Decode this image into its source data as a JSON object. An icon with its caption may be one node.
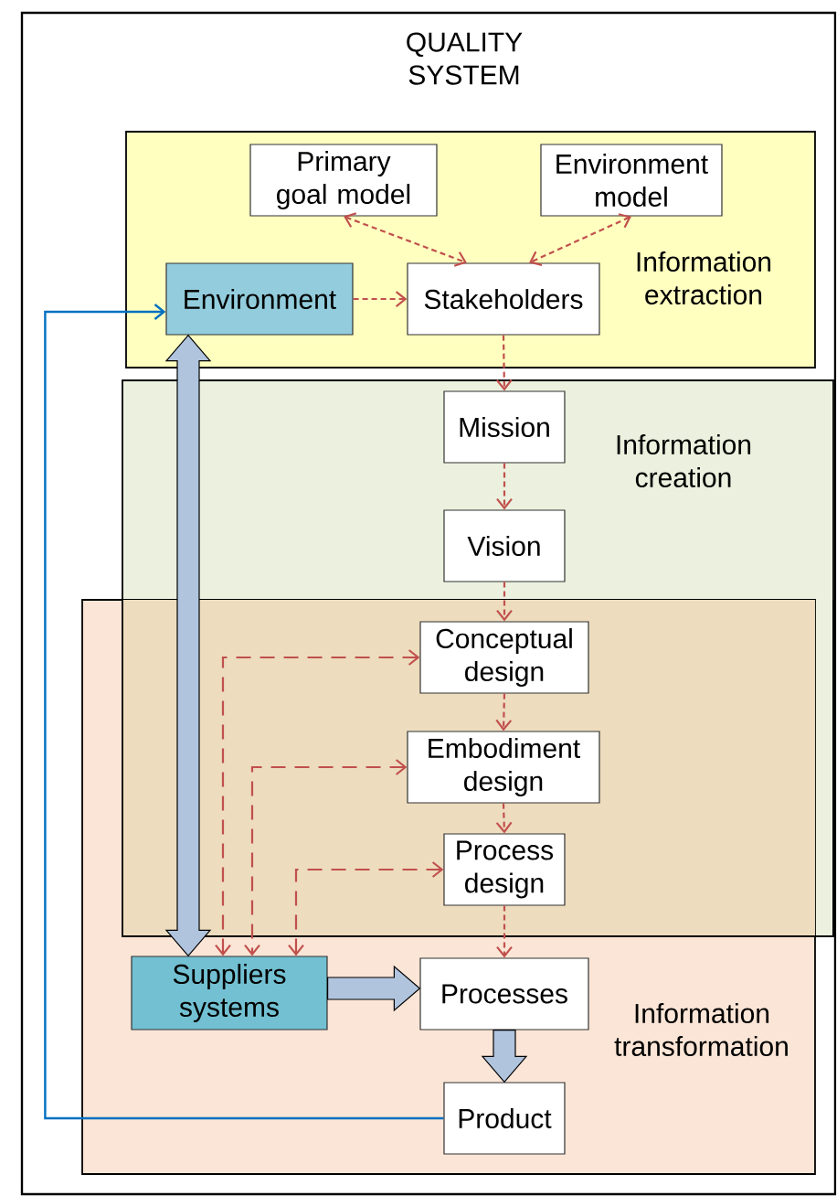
{
  "diagram": {
    "nodes": [
      {
        "text": [
          "QUALITY SYSTEM"
        ]
      },
      {
        "text": [
          "Information extraction"
        ],
        "in": 0
      },
      {
        "text": [
          "Primary goal model"
        ],
        "in": 1
      },
      {
        "text": [
          "Environment model"
        ],
        "in": 1
      },
      {
        "text": [
          "Environment"
        ],
        "in": 1
      },
      {
        "text": [
          "Stakeholders"
        ],
        "in": 1
      },
      {
        "text": [
          "Information creation"
        ],
        "in": 0
      },
      {
        "text": [
          "Mission"
        ],
        "in": 6
      },
      {
        "text": [
          "Vision"
        ],
        "in": 6
      },
      {
        "text": [
          "Information transformation"
        ],
        "in": 0
      },
      {
        "text": [
          "Conceptual design"
        ]
      },
      {
        "text": [
          "Embodiment design"
        ]
      },
      {
        "text": [
          "Process design"
        ]
      },
      {
        "text": [
          "Suppliers systems"
        ],
        "in": 9
      },
      {
        "text": [
          "Processes"
        ],
        "in": 9
      },
      {
        "text": [
          "Product"
        ],
        "in": 9
      }
    ],
    "edges": [
      {
        "from": 2,
        "to": 5,
        "arrow": "both",
        "style": "dashed"
      },
      {
        "from": 3,
        "to": 5,
        "arrow": "both",
        "style": "dashed"
      },
      {
        "from": 4,
        "to": 5,
        "arrow": "to",
        "style": "dashed"
      },
      {
        "from": 5,
        "to": 7,
        "arrow": "to",
        "style": "dashed"
      },
      {
        "from": 7,
        "to": 8,
        "arrow": "to",
        "style": "dashed"
      },
      {
        "from": 8,
        "to": 10,
        "arrow": "to",
        "style": "dashed"
      },
      {
        "from": 10,
        "to": 11,
        "arrow": "to",
        "style": "dashed"
      },
      {
        "from": 11,
        "to": 12,
        "arrow": "to",
        "style": "dashed"
      },
      {
        "from": 12,
        "to": 14,
        "arrow": "to",
        "style": "dashed"
      },
      {
        "from": 10,
        "to": 13,
        "arrow": "both",
        "style": "dashed"
      },
      {
        "from": 11,
        "to": 13,
        "arrow": "both",
        "style": "dashed"
      },
      {
        "from": 12,
        "to": 13,
        "arrow": "both",
        "style": "dashed"
      },
      {
        "from": 4,
        "to": 13,
        "arrow": "both",
        "style": "thick",
        "color": "#b0c4de"
      },
      {
        "from": 13,
        "to": 14,
        "arrow": "to",
        "style": "thick",
        "color": "#b0c4de"
      },
      {
        "from": 14,
        "to": 15,
        "arrow": "to",
        "style": "thick",
        "color": "#b0c4de"
      },
      {
        "from": 15,
        "to": 4,
        "arrow": "to",
        "color": "#0070c0"
      }
    ]
  }
}
